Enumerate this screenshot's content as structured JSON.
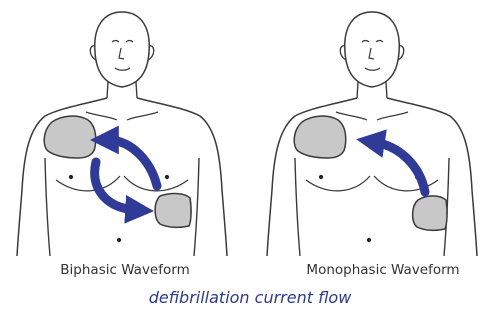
{
  "panels": [
    {
      "label": "Biphasic Waveform"
    },
    {
      "label": "Monophasic Waveform"
    }
  ],
  "caption": "defibrillation current flow",
  "colors": {
    "outline": "#3a3a3a",
    "pad_fill": "#c8c8c8",
    "arrow": "#2f3b96",
    "caption": "#2b3a90",
    "label": "#333333"
  },
  "icons": [
    "torso-outline",
    "electrode-pad",
    "current-arrow"
  ]
}
